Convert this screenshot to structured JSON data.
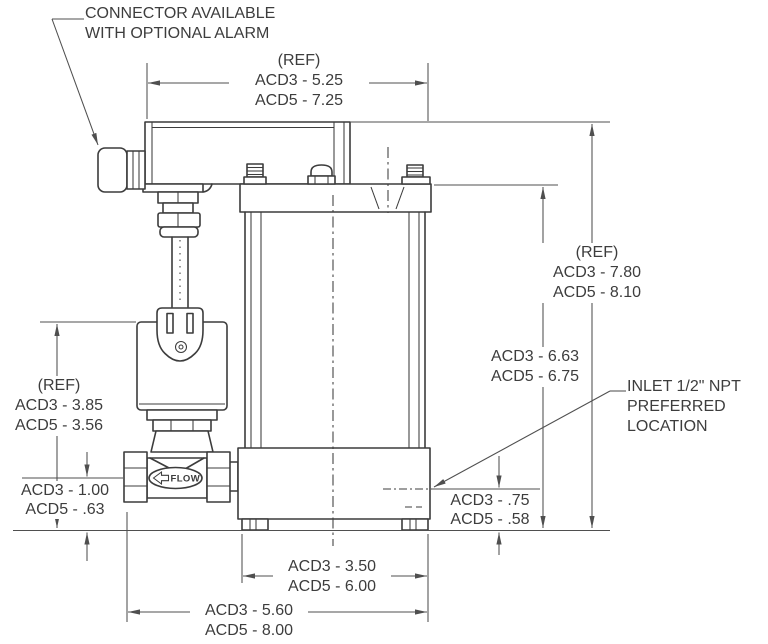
{
  "colors": {
    "line_color": "#3c3c3c",
    "dim_color": "#4f4f4f",
    "text_color": "#3d3d3d",
    "bg_color": "#ffffff"
  },
  "labels": {
    "flow": "FLOW"
  },
  "notes": {
    "connector": {
      "line1": "CONNECTOR AVAILABLE",
      "line2": "WITH OPTIONAL ALARM"
    },
    "inlet": {
      "line1": "INLET 1/2\" NPT",
      "line2": "PREFERRED",
      "line3": "LOCATION"
    }
  },
  "dimensions": {
    "top_width": {
      "ref": "(REF)",
      "acd3": "ACD3 - 5.25",
      "acd5": "ACD5 - 7.25"
    },
    "overall_height": {
      "ref": "(REF)",
      "acd3": "ACD3 - 7.80",
      "acd5": "ACD5 - 8.10"
    },
    "inlet_height": {
      "acd3": "ACD3 - 6.63",
      "acd5": "ACD5 - 6.75"
    },
    "solenoid_height": {
      "ref": "(REF)",
      "acd3": "ACD3 - 3.85",
      "acd5": "ACD5 - 3.56"
    },
    "valve_centerline_height": {
      "acd3": "ACD3 - 1.00",
      "acd5": "ACD5 - .63"
    },
    "inlet_offset": {
      "acd3": "ACD3 - .75",
      "acd5": "ACD5 - .58"
    },
    "base_width": {
      "acd3": "ACD3 - 3.50",
      "acd5": "ACD5 - 6.00"
    },
    "overall_width": {
      "acd3": "ACD3 - 5.60",
      "acd5": "ACD5 - 8.00"
    }
  }
}
